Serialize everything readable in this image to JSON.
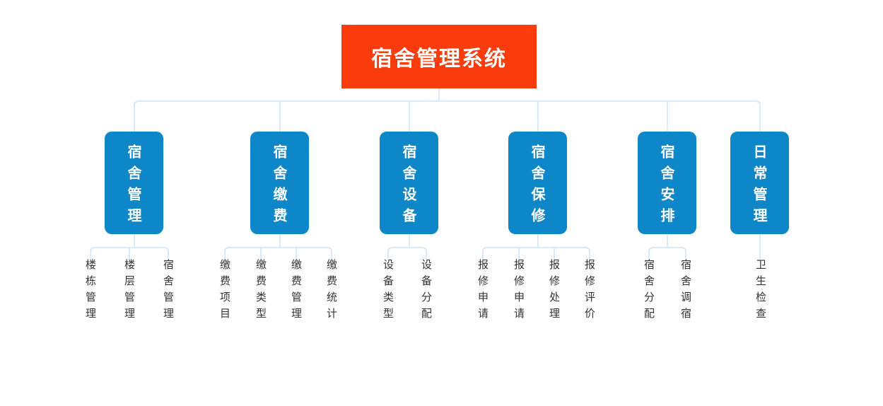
{
  "tree": {
    "root": {
      "label": "宿舍管理系统"
    },
    "branches": [
      {
        "label": "宿舍管理",
        "children": [
          "楼栋管理",
          "楼层管理",
          "宿舍管理"
        ]
      },
      {
        "label": "宿舍缴费",
        "children": [
          "缴费项目",
          "缴费类型",
          "缴费管理",
          "缴费统计"
        ]
      },
      {
        "label": "宿舍设备",
        "children": [
          "设备类型",
          "设备分配"
        ]
      },
      {
        "label": "宿舍保修",
        "children": [
          "报修申请",
          "报修申请",
          "报修处理",
          "报修评价"
        ]
      },
      {
        "label": "宿舍安排",
        "children": [
          "宿舍分配",
          "宿舍调宿"
        ]
      },
      {
        "label": "日常管理",
        "children": [
          "卫生检查"
        ]
      }
    ],
    "colors": {
      "root_bg": "#fa3b0c",
      "root_text": "#ffffff",
      "branch_bg": "#0e87c9",
      "branch_text": "#ffffff",
      "connector": "#dce9f7",
      "leaf_text": "#333333"
    }
  }
}
